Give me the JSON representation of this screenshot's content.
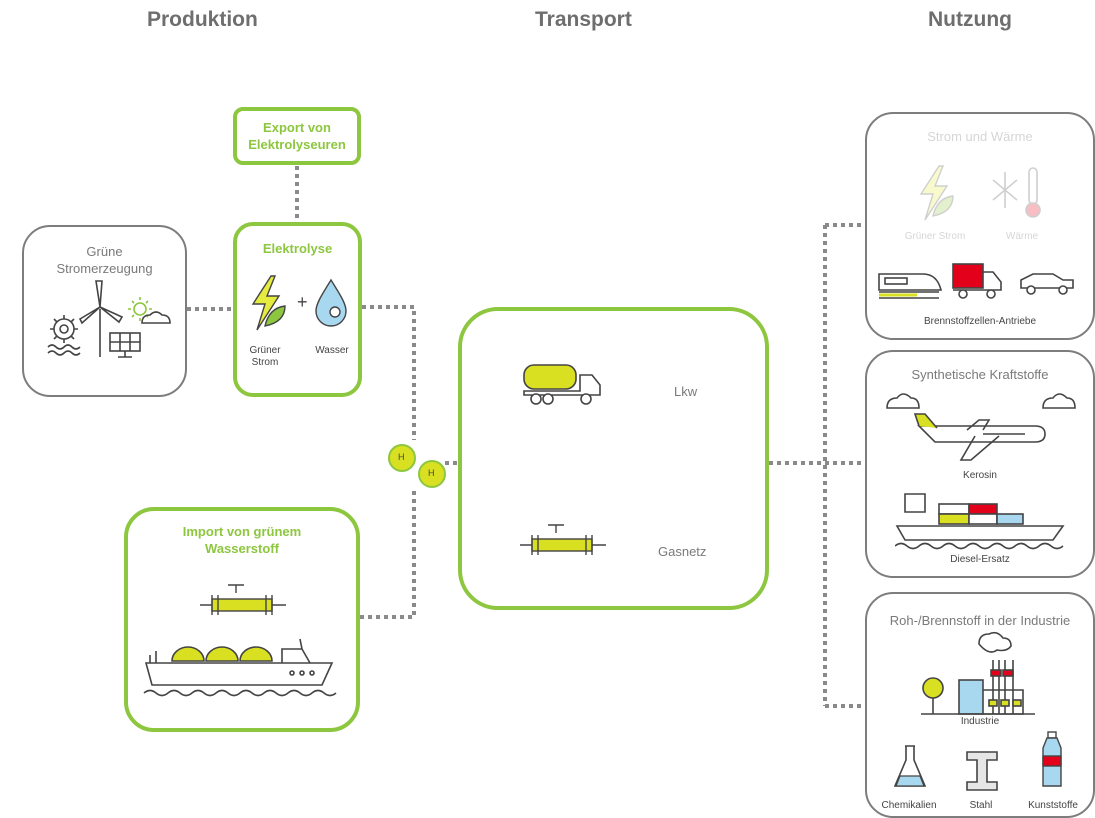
{
  "columns": {
    "production": "Produktion",
    "transport": "Transport",
    "usage": "Nutzung"
  },
  "export": {
    "title": "Export von Elektrolyseuren"
  },
  "green_power": {
    "title": "Grüne Stromerzeugung"
  },
  "electrolysis": {
    "title": "Elektrolyse",
    "plus": "+",
    "power_label": "Grüner Strom",
    "water_label": "Wasser"
  },
  "import": {
    "title": "Import von grünem Wasserstoff"
  },
  "hydrogen": {
    "atom1": "H",
    "atom2": "H"
  },
  "transport": {
    "truck": "Lkw",
    "grid": "Gasnetz"
  },
  "power_heat": {
    "title": "Strom und Wärme",
    "power_label": "Grüner Strom",
    "heat_label": "Wärme",
    "drives_label": "Brennstoffzellen-Antriebe"
  },
  "synfuels": {
    "title": "Synthetische Kraftstoffe",
    "kerosene_label": "Kerosin",
    "diesel_label": "Diesel-Ersatz"
  },
  "industry": {
    "title": "Roh-/Brennstoff in der Industrie",
    "industry_label": "Industrie",
    "chemicals_label": "Chemikalien",
    "steel_label": "Stahl",
    "plastics_label": "Kunststoffe"
  },
  "colors": {
    "accent_green": "#8dc63f",
    "red": "#e2001a",
    "gray": "#7d7d7d",
    "light_blue": "#a8d8f0"
  }
}
